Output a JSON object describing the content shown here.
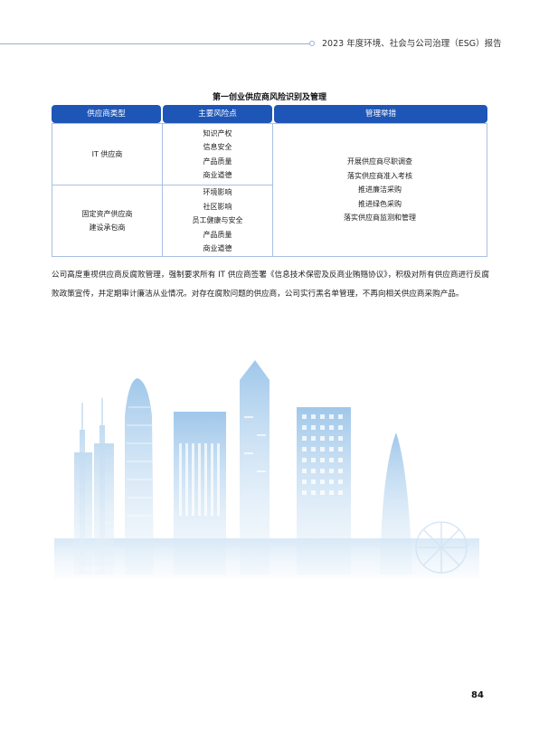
{
  "header": {
    "title": "2023 年度环境、社会与公司治理（ESG）报告"
  },
  "table": {
    "title": "第一创业供应商风险识别及管理",
    "columns": [
      "供应商类型",
      "主要风险点",
      "管理举措"
    ],
    "rows": [
      {
        "type": [
          "IT 供应商"
        ],
        "risks": [
          "知识产权",
          "信息安全",
          "产品质量",
          "商业道德"
        ]
      },
      {
        "type": [
          "固定资产供应商",
          "建设承包商"
        ],
        "risks": [
          "环境影响",
          "社区影响",
          "员工健康与安全",
          "产品质量",
          "商业道德"
        ]
      }
    ],
    "measures": [
      "开展供应商尽职调查",
      "落实供应商准入考核",
      "推进廉洁采购",
      "推进绿色采购",
      "落实供应商监测和管理"
    ]
  },
  "body": {
    "paragraph": "公司高度重视供应商反腐败管理，强制要求所有 IT 供应商签署《信息技术保密及反商业贿赂协议》，积极对所有供应商进行反腐败政策宣传，并定期审计廉洁从业情况。对存在腐败问题的供应商，公司实行黑名单管理，不再向相关供应商采购产品。"
  },
  "footer": {
    "page_number": "84"
  },
  "colors": {
    "table_header": "#1e56b7",
    "table_border": "#a9c0e3",
    "skyline": "#cfe3f4"
  }
}
